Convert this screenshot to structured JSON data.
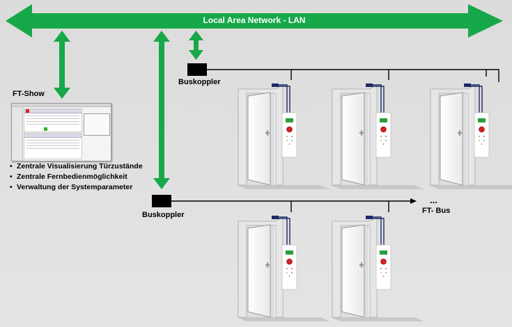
{
  "network": {
    "lan_label": "Local Area Network - LAN",
    "lan_color": "#17a84a"
  },
  "ft_show": {
    "title": "FT-Show",
    "features": [
      "Zentrale Visualisierung Türzustände",
      "Zentrale Fernbedienmöglichkeit",
      "Verwaltung der Systemparameter"
    ]
  },
  "couplers": [
    {
      "label": "Buskoppler"
    },
    {
      "label": "Buskoppler"
    }
  ],
  "bus": {
    "label": "FT- Bus",
    "continuation": "..."
  },
  "doors": {
    "row1_count": 3,
    "row2_count": 2,
    "panel_accent": "#2c9e3c",
    "button_color": "#d42020"
  }
}
